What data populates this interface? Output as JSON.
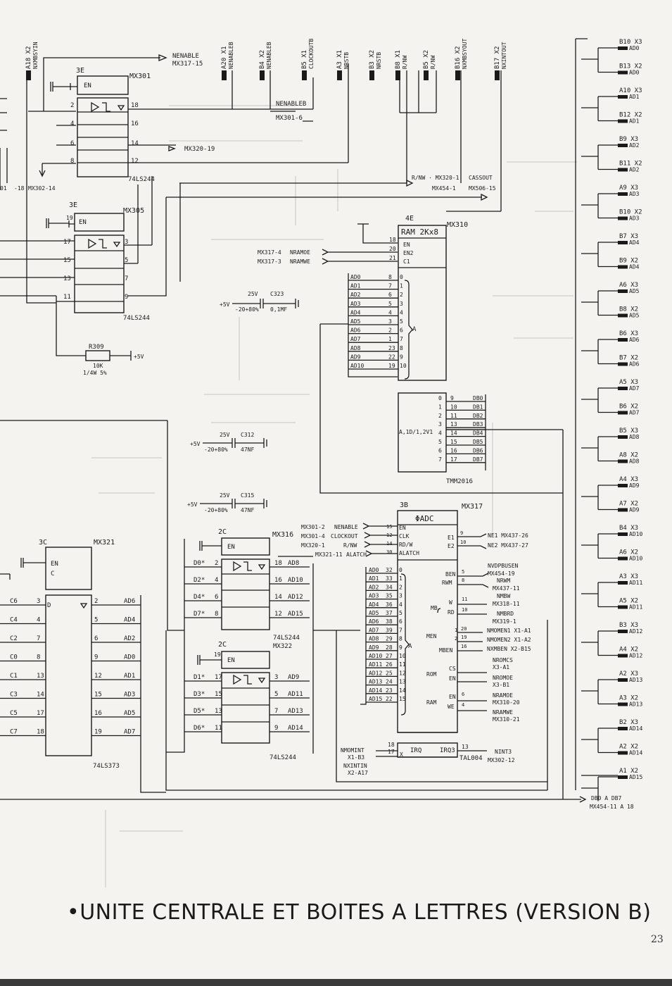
{
  "title": "•UNITE CENTRALE ET BOITES A LETTRES (VERSION B)",
  "page_number": "23",
  "connectors_top": [
    {
      "pin": "A18",
      "conn": "X2",
      "signal": "NXMBSYIN"
    },
    {
      "pin": "A20",
      "conn": "X1",
      "signal": "NENABLEB"
    },
    {
      "pin": "B4",
      "conn": "X2",
      "signal": "NENABLEB"
    },
    {
      "pin": "B5",
      "conn": "X1",
      "signal": "CLOCKOUTB"
    },
    {
      "pin": "A3",
      "conn": "X1",
      "signal": "NRSTB"
    },
    {
      "pin": "B3",
      "conn": "X2",
      "signal": "NRSTB"
    },
    {
      "pin": "B8",
      "conn": "X1",
      "signal": "R/NW"
    },
    {
      "pin": "B5",
      "conn": "X2",
      "signal": "R/NW"
    },
    {
      "pin": "B16",
      "conn": "X2",
      "signal": "NXMBSYOUT"
    },
    {
      "pin": "B17",
      "conn": "X2",
      "signal": "NXINTOUT"
    }
  ],
  "chips": {
    "mx301": {
      "ref": "MX301",
      "loc": "3E",
      "type": "74LS244",
      "en": "EN",
      "in_pins": [
        "2",
        "4",
        "6",
        "8"
      ],
      "out_pins": [
        "18",
        "16",
        "14",
        "12"
      ]
    },
    "mx305": {
      "ref": "MX305",
      "loc": "3E",
      "type": "74LS244",
      "en": "EN",
      "en_pin": "19",
      "in_pins": [
        "17",
        "15",
        "13",
        "11"
      ],
      "out_pins": [
        "3",
        "5",
        "7",
        "9"
      ]
    },
    "mx310": {
      "ref": "MX310",
      "loc": "4E",
      "type": "TMM2016",
      "name": "RAM 2Kx8",
      "ctl": [
        "EN",
        "EN2",
        "C1"
      ],
      "ctl_pins": [
        "18",
        "20",
        "21"
      ],
      "a_group": "A",
      "dout_label": "A,1D/1,2V1",
      "addr": [
        [
          "AD0",
          "8"
        ],
        [
          "AD1",
          "7"
        ],
        [
          "AD2",
          "6"
        ],
        [
          "AD3",
          "5"
        ],
        [
          "AD4",
          "4"
        ],
        [
          "AD5",
          "3"
        ],
        [
          "AD6",
          "2"
        ],
        [
          "AD7",
          "1"
        ],
        [
          "AD8",
          "23"
        ],
        [
          "AD9",
          "22"
        ],
        [
          "AD10",
          "19"
        ]
      ],
      "addr_idx": [
        "0",
        "1",
        "2",
        "3",
        "4",
        "5",
        "6",
        "7",
        "8",
        "9",
        "10"
      ],
      "data": [
        [
          "0",
          "9",
          "DB0"
        ],
        [
          "1",
          "10",
          "DB1"
        ],
        [
          "2",
          "11",
          "DB2"
        ],
        [
          "3",
          "13",
          "DB3"
        ],
        [
          "4",
          "14",
          "DB4"
        ],
        [
          "5",
          "15",
          "DB5"
        ],
        [
          "6",
          "16",
          "DB6"
        ],
        [
          "7",
          "17",
          "DB7"
        ]
      ]
    },
    "mx317": {
      "ref": "MX317",
      "loc": "3B",
      "type": "TAL004",
      "name": "ΦADC",
      "a_group": "A",
      "ctl": [
        [
          "EN",
          "15"
        ],
        [
          "CLK",
          "12"
        ],
        [
          "RD/W",
          "14"
        ],
        [
          "ALATCH",
          "30"
        ]
      ],
      "addr": [
        [
          "AD0",
          "32"
        ],
        [
          "AD1",
          "33"
        ],
        [
          "AD2",
          "34"
        ],
        [
          "AD3",
          "35"
        ],
        [
          "AD4",
          "36"
        ],
        [
          "AD5",
          "37"
        ],
        [
          "AD6",
          "38"
        ],
        [
          "AD7",
          "39"
        ],
        [
          "AD8",
          "29"
        ],
        [
          "AD9",
          "28"
        ],
        [
          "AD10",
          "27"
        ],
        [
          "AD11",
          "26"
        ],
        [
          "AD12",
          "25"
        ],
        [
          "AD13",
          "24"
        ],
        [
          "AD14",
          "23"
        ],
        [
          "AD15",
          "22"
        ]
      ],
      "addr_idx": [
        "0",
        "1",
        "2",
        "3",
        "4",
        "5",
        "6",
        "7",
        "8",
        "9",
        "10",
        "11",
        "12",
        "13",
        "14",
        "15"
      ],
      "irq": "IRQ",
      "irq3": "IRQ3",
      "irq_pins": [
        "18",
        "17",
        "13"
      ]
    },
    "mx316": {
      "ref": "MX316",
      "loc": "2C",
      "type": "74LS244",
      "en": "EN",
      "rows": [
        [
          "D0*",
          "2",
          "18",
          "AD8"
        ],
        [
          "D2*",
          "4",
          "16",
          "AD10"
        ],
        [
          "D4*",
          "6",
          "14",
          "AD12"
        ],
        [
          "D7*",
          "8",
          "12",
          "AD15"
        ]
      ]
    },
    "mx322": {
      "ref": "MX322",
      "loc": "2C",
      "type": "74LS244",
      "en": "EN",
      "en_pin": "19",
      "rows": [
        [
          "D1*",
          "17",
          "3",
          "AD9"
        ],
        [
          "D3*",
          "15",
          "5",
          "AD11"
        ],
        [
          "D5*",
          "13",
          "7",
          "AD13"
        ],
        [
          "D6*",
          "11",
          "9",
          "AD14"
        ]
      ]
    },
    "mx321": {
      "ref": "MX321",
      "loc": "3C",
      "type": "74LS373",
      "en": "EN",
      "c": "C",
      "d": "D",
      "rows": [
        [
          "C6",
          "3",
          "2",
          "AD6"
        ],
        [
          "C4",
          "4",
          "5",
          "AD4"
        ],
        [
          "C2",
          "7",
          "6",
          "AD2"
        ],
        [
          "C0",
          "8",
          "9",
          "AD0"
        ],
        [
          "C1",
          "13",
          "12",
          "AD1"
        ],
        [
          "C3",
          "14",
          "15",
          "AD3"
        ],
        [
          "C5",
          "17",
          "16",
          "AD5"
        ],
        [
          "C7",
          "18",
          "19",
          "AD7"
        ]
      ]
    }
  },
  "texts": {
    "nenable_mx317": "NENABLE",
    "mx317_15": "MX317-15",
    "mx320_19": "MX320-19",
    "mx302_14": "MX302-14",
    "minus18": "-18",
    "o1": "01",
    "nenableb": "NENABLEB",
    "mx301_6": "MX301-6",
    "rnw_mx320": "R/NW · MX320-1",
    "mx454_1": "MX454-1",
    "cassout": "CASSOUT",
    "mx506_15": "MX506-15",
    "mx317_4": "MX317-4",
    "mx317_3": "MX317-3",
    "nramoe": "NRAMOE",
    "nramwe": "NRAMWE",
    "plus5v": "+5V",
    "v25": "25V",
    "tol": "-20+80%",
    "c323": "C323",
    "c323_val": "0,1MF",
    "c312": "C312",
    "c312_val": "47NF",
    "c315": "C315",
    "c315_val": "47NF",
    "r309": "R309",
    "r309_val": "10K",
    "r309_rating": "1/4W 5%",
    "in_mx301_2": "MX301-2",
    "in_mx301_2_sig": "NENABLE",
    "in_mx301_4": "MX301-4",
    "in_mx301_4_sig": "CLOCKOUT",
    "in_mx320_1": "MX320-1",
    "in_mx320_1_sig": "R/NW",
    "in_mx321_11": "MX321-11",
    "in_mx321_11_sig": "ALATCH",
    "e1": "E1",
    "e2": "E2",
    "ne1": "NE1 MX437-26",
    "ne2": "NE2 MX437-27",
    "ben": "BEN",
    "rwm": "RWM",
    "nvdpbusen": "NVDPBUSEN",
    "mx454_19": "MX454-19",
    "nrwm": "NRWM",
    "mx437_11": "MX437-11",
    "mb": "MB",
    "w": "W",
    "rd": "RD",
    "nmbw": "NMBW",
    "mx318_11": "MX318-11",
    "nmbrd": "NMBRD",
    "mx319_1": "MX319-1",
    "men": "MEN",
    "mben": "MBEN",
    "nmomen1": "NMOMEN1 X1-A1",
    "nmomen2": "NMOMEN2 X1-A2",
    "nxmben": "NXMBEN X2-B15",
    "rom": "ROM",
    "cs": "CS",
    "en": "EN",
    "nromcs": "NROMCS",
    "x3_a1": "X3-A1",
    "nromoe": "NROMOE",
    "x3_b1": "X3-B1",
    "ram": "RAM",
    "we": "WE",
    "nramoe_out": "NRAMOE",
    "mx310_20": "MX310-20",
    "nramwe_out": "NRAMWE",
    "mx310_21": "MX310-21",
    "nmomint": "NMOMINT",
    "x1_b3": "X1-B3",
    "nxintin": "NXINTIN",
    "x2_a17": "X2-A17",
    "nint3": "NINT3",
    "mx302_12": "MX302-12",
    "x": "X",
    "db0_db7": "DB0 A DB7",
    "mx454_11": "MX454-11 A 18",
    "pin20": "20",
    "pin19": "19",
    "pin16": "16",
    "pin5": "5",
    "pin8": "8",
    "pin11": "11",
    "pin10": "10",
    "pin1": "1",
    "pin2": "2",
    "pin3": "3",
    "pin4": "4",
    "pin9": "9",
    "pin7": "7",
    "pin6": "6",
    "pin13": "13",
    "pin18": "18",
    "pin17": "17",
    "pin15": "15",
    "pin12": "12",
    "pin14": "14",
    "pin30": "30"
  },
  "right_connectors": [
    [
      "B10",
      "X3",
      "AD0"
    ],
    [
      "B13",
      "X2",
      "AD0"
    ],
    [
      "A10",
      "X3",
      "AD1"
    ],
    [
      "B12",
      "X2",
      "AD1"
    ],
    [
      "B9",
      "X3",
      "AD2"
    ],
    [
      "B11",
      "X2",
      "AD2"
    ],
    [
      "A9",
      "X3",
      "AD3"
    ],
    [
      "B10",
      "X2",
      "AD3"
    ],
    [
      "B7",
      "X3",
      "AD4"
    ],
    [
      "B9",
      "X2",
      "AD4"
    ],
    [
      "A6",
      "X3",
      "AD5"
    ],
    [
      "B8",
      "X2",
      "AD5"
    ],
    [
      "B6",
      "X3",
      "AD6"
    ],
    [
      "B7",
      "X2",
      "AD6"
    ],
    [
      "A5",
      "X3",
      "AD7"
    ],
    [
      "B6",
      "X2",
      "AD7"
    ],
    [
      "B5",
      "X3",
      "AD8"
    ],
    [
      "A8",
      "X2",
      "AD8"
    ],
    [
      "A4",
      "X3",
      "AD9"
    ],
    [
      "A7",
      "X2",
      "AD9"
    ],
    [
      "B4",
      "X3",
      "AD10"
    ],
    [
      "A6",
      "X2",
      "AD10"
    ],
    [
      "A3",
      "X3",
      "AD11"
    ],
    [
      "A5",
      "X2",
      "AD11"
    ],
    [
      "B3",
      "X3",
      "AD12"
    ],
    [
      "A4",
      "X2",
      "AD12"
    ],
    [
      "A2",
      "X3",
      "AD13"
    ],
    [
      "A3",
      "X2",
      "AD13"
    ],
    [
      "B2",
      "X3",
      "AD14"
    ],
    [
      "A2",
      "X2",
      "AD14"
    ],
    [
      "A1",
      "X2",
      "AD15"
    ]
  ]
}
